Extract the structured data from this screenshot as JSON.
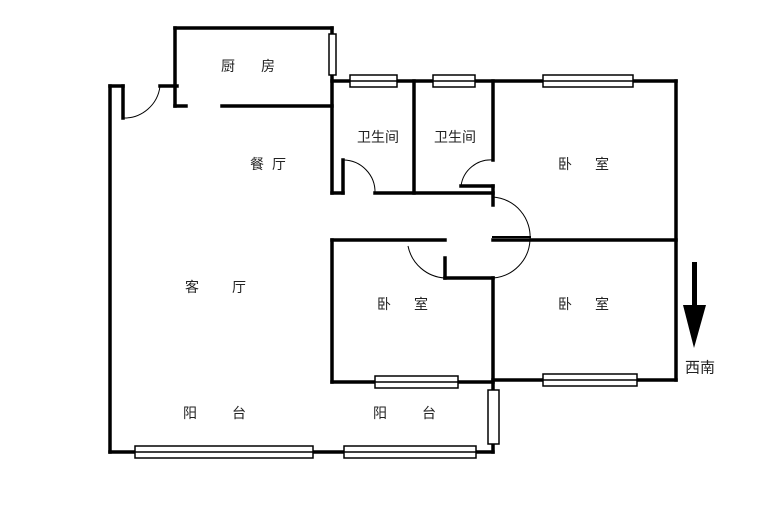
{
  "rooms": {
    "kitchen": [
      "厨",
      "房"
    ],
    "bath1": "卫生间",
    "bath2": "卫生间",
    "dining": [
      "餐",
      "厅"
    ],
    "bedroom_ne": [
      "卧",
      "室"
    ],
    "living": [
      "客",
      "厅"
    ],
    "bedroom_mid": [
      "卧",
      "室"
    ],
    "bedroom_se": [
      "卧",
      "室"
    ],
    "balcony_w": [
      "阳",
      "台"
    ],
    "balcony_e": [
      "阳",
      "台"
    ]
  },
  "orientation": {
    "label": "西南",
    "icon": "arrow-down-icon"
  },
  "colors": {
    "wall": "#000000",
    "background": "#ffffff"
  }
}
